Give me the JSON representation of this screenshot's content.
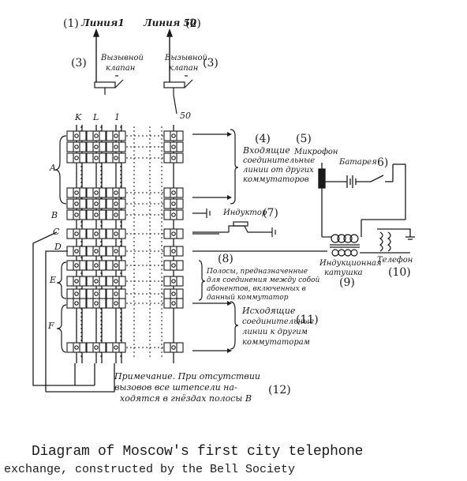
{
  "labels": {
    "line1": "Линия1",
    "line50": "Линия 50",
    "call_valve": [
      "Вызывной",
      "клапан"
    ],
    "column_k": "K",
    "column_l": "L",
    "column_1": "1",
    "column_50": "50",
    "row_labels": [
      "A",
      "B",
      "C",
      "D",
      "E",
      "F"
    ],
    "incoming": [
      "Входящие",
      "соединительные",
      "линии от других",
      "коммутаторов"
    ],
    "microphone": "Микрофон",
    "battery": "Батарея",
    "inductor": "Индуктор",
    "strips": [
      "Полосы, предназначенные",
      "для соединения между собой",
      "абонентов, включенных в",
      "данный коммутатор"
    ],
    "induction_coil": [
      "Индукционная",
      "катушка"
    ],
    "telephone": "Телефон",
    "outgoing": [
      "Исходящие",
      "соединительные",
      "линии к другим",
      "коммутаторам"
    ],
    "note": [
      "Примечание.  При отсутствии",
      "вызовов все штепсели на-",
      "ходятся в гнёздах полосы В"
    ]
  },
  "numbers": {
    "n1": "(1)",
    "n2": "(2)",
    "n3a": "(3)",
    "n3b": "(3)",
    "n4": "(4)",
    "n5": "(5)",
    "n6": "6)",
    "n7": "(7)",
    "n8": "(8)",
    "n9": "(9)",
    "n10": "(10)",
    "n11": "(11)",
    "n12": "(12)"
  },
  "caption": {
    "line1": "Diagram of Moscow's first city telephone",
    "line2": "exchange, constructed by the Bell Society"
  }
}
